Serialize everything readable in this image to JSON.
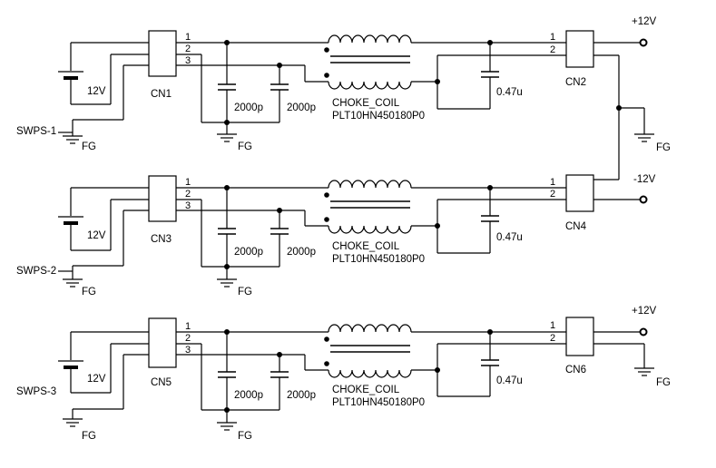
{
  "pins": {
    "p1": "1",
    "p2": "2",
    "p3": "3"
  },
  "stage1": {
    "supply": "SWPS-1",
    "battery": "12V",
    "input_conn": "CN1",
    "cap1": "2000p",
    "cap2": "2000p",
    "coil_name": "CHOKE_COIL",
    "coil_part": "PLT10HN450180P0",
    "out_cap": "0.47u",
    "output_conn": "CN2",
    "output_voltage": "+12V",
    "ground": "FG"
  },
  "stage2": {
    "supply": "SWPS-2",
    "battery": "12V",
    "input_conn": "CN3",
    "cap1": "2000p",
    "cap2": "2000p",
    "coil_name": "CHOKE_COIL",
    "coil_part": "PLT10HN450180P0",
    "out_cap": "0.47u",
    "output_conn": "CN4",
    "output_voltage": "-12V",
    "ground": "FG"
  },
  "stage3": {
    "supply": "SWPS-3",
    "battery": "12V",
    "input_conn": "CN5",
    "cap1": "2000p",
    "cap2": "2000p",
    "coil_name": "CHOKE_COIL",
    "coil_part": "PLT10HN450180P0",
    "out_cap": "0.47u",
    "output_conn": "CN6",
    "output_voltage": "+12V",
    "ground": "FG"
  },
  "ground_labels": {
    "mid_right": "FG"
  }
}
